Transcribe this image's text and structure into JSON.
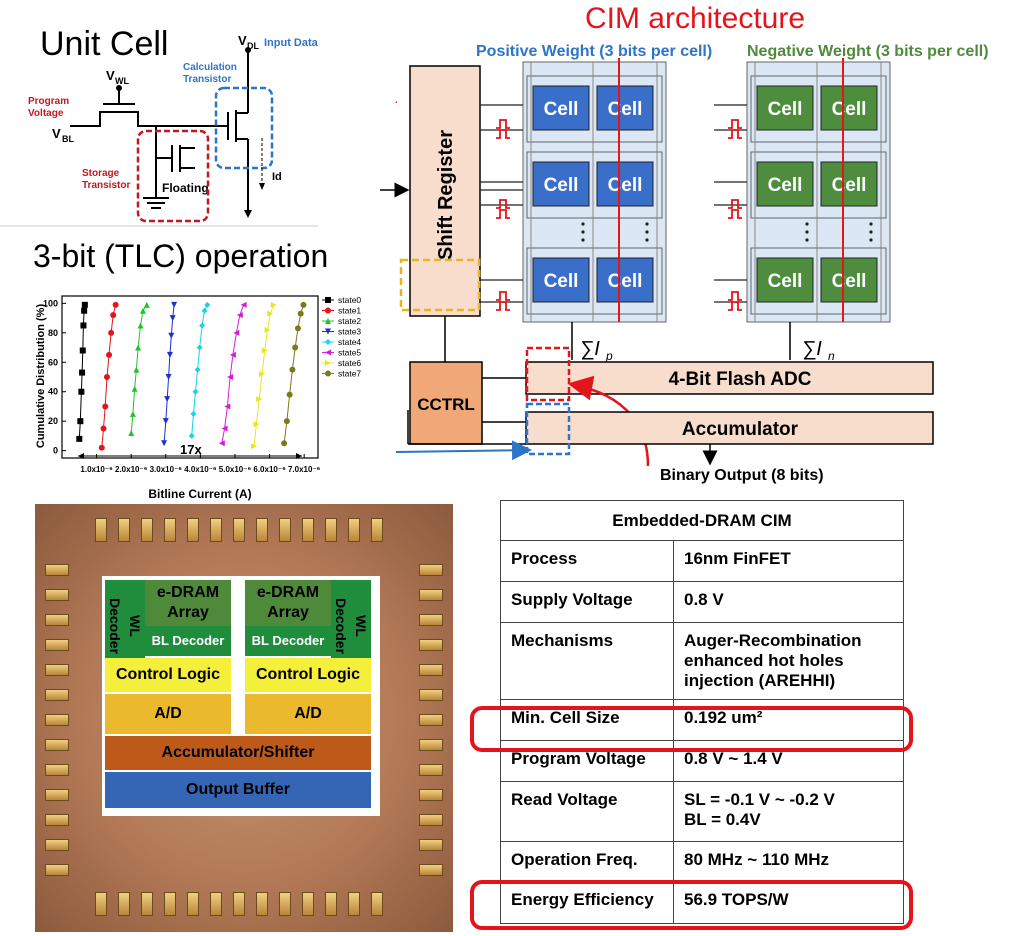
{
  "unit_cell": {
    "title": "Unit Cell",
    "vwl": "V",
    "vwl_sub": "WL",
    "vbl": "V",
    "vbl_sub": "BL",
    "vdl": "V",
    "vdl_sub": "DL",
    "input_data": "Input Data",
    "program_voltage": [
      "Program",
      "Voltage"
    ],
    "calc_transistor": [
      "Calculation",
      "Transistor"
    ],
    "storage_transistor": [
      "Storage",
      "Transistor"
    ],
    "floating": "Floating",
    "id": "Id"
  },
  "tlc_chart": {
    "title": "3-bit (TLC) operation",
    "annotation": "17x"
  },
  "chart_data": {
    "type": "scatter",
    "title": "",
    "xlabel": "Bitline Current (A)",
    "ylabel": "Cumulative Distribution (%)",
    "xlim": [
      0,
      7.4e-06
    ],
    "ylim": [
      -5,
      105
    ],
    "x_ticks": [
      1e-06,
      2e-06,
      3e-06,
      4e-06,
      5e-06,
      6e-06,
      7e-06
    ],
    "x_tick_labels": [
      "1.0x10⁻⁶",
      "2.0x10⁻⁶",
      "3.0x10⁻⁶",
      "4.0x10⁻⁶",
      "5.0x10⁻⁶",
      "6.0x10⁻⁶",
      "7.0x10⁻⁶"
    ],
    "y_ticks": [
      0,
      20,
      40,
      60,
      80,
      100
    ],
    "y_tick_labels": [
      "0",
      "20",
      "40",
      "60",
      "80",
      "100"
    ],
    "legend_position": "right",
    "series": [
      {
        "name": "state0",
        "color": "#000000",
        "marker": "square",
        "x": [
          5e-07,
          5.3e-07,
          5.6e-07,
          5.8e-07,
          6e-07,
          6.2e-07,
          6.4e-07,
          6.6e-07
        ],
        "y": [
          8,
          20,
          40,
          53,
          68,
          85,
          95,
          99
        ]
      },
      {
        "name": "state1",
        "color": "#e4141b",
        "marker": "circle",
        "x": [
          1.15e-06,
          1.2e-06,
          1.25e-06,
          1.3e-06,
          1.36e-06,
          1.42e-06,
          1.48e-06,
          1.55e-06
        ],
        "y": [
          2,
          15,
          30,
          50,
          65,
          80,
          92,
          99
        ]
      },
      {
        "name": "state2",
        "color": "#22c32e",
        "marker": "triangle-up",
        "x": [
          2e-06,
          2.05e-06,
          2.1e-06,
          2.15e-06,
          2.2e-06,
          2.27e-06,
          2.34e-06,
          2.45e-06
        ],
        "y": [
          12,
          25,
          42,
          55,
          70,
          85,
          95,
          99
        ]
      },
      {
        "name": "state3",
        "color": "#1f2fd6",
        "marker": "triangle-down",
        "x": [
          2.95e-06,
          3e-06,
          3.04e-06,
          3.08e-06,
          3.12e-06,
          3.16e-06,
          3.2e-06,
          3.24e-06
        ],
        "y": [
          5,
          20,
          35,
          50,
          65,
          78,
          90,
          99
        ]
      },
      {
        "name": "state4",
        "color": "#19d3e6",
        "marker": "diamond",
        "x": [
          3.75e-06,
          3.8e-06,
          3.86e-06,
          3.92e-06,
          3.98e-06,
          4.05e-06,
          4.12e-06,
          4.2e-06
        ],
        "y": [
          10,
          25,
          40,
          55,
          70,
          85,
          95,
          99
        ]
      },
      {
        "name": "state5",
        "color": "#d21ed8",
        "marker": "triangle-left",
        "x": [
          4.62e-06,
          4.7e-06,
          4.78e-06,
          4.86e-06,
          4.94e-06,
          5.04e-06,
          5.14e-06,
          5.25e-06
        ],
        "y": [
          5,
          15,
          30,
          50,
          65,
          80,
          92,
          99
        ]
      },
      {
        "name": "state6",
        "color": "#e6e81e",
        "marker": "triangle-right",
        "x": [
          5.55e-06,
          5.62e-06,
          5.7e-06,
          5.78e-06,
          5.86e-06,
          5.94e-06,
          6.02e-06,
          6.12e-06
        ],
        "y": [
          3,
          18,
          35,
          52,
          68,
          82,
          93,
          99
        ]
      },
      {
        "name": "state7",
        "color": "#7a7a1c",
        "marker": "circle",
        "x": [
          6.42e-06,
          6.5e-06,
          6.58e-06,
          6.66e-06,
          6.74e-06,
          6.82e-06,
          6.9e-06,
          6.98e-06
        ],
        "y": [
          5,
          20,
          38,
          55,
          70,
          83,
          93,
          99
        ]
      }
    ]
  },
  "cim": {
    "title": "CIM architecture",
    "positive_weight": "Positive Weight (3 bits per cell)",
    "negative_weight": "Negative Weight (3 bits per cell)",
    "shift_register": "Shift Register",
    "cell": "Cell",
    "cctrl": "CCTRL",
    "adc": "4-Bit Flash ADC",
    "accumulator": "Accumulator",
    "binary_output": "Binary Output (8 bits)",
    "sum_p": "∑I",
    "sum_p_sub": "p",
    "sum_n": "∑I",
    "sum_n_sub": "n",
    "colors": {
      "title": "#e4141b",
      "positive": "#2e74c8",
      "negative": "#4f8a3a",
      "cell_pos": "#3a6fc9",
      "cell_neg": "#4e8d3d",
      "peach": "#f8ddcc",
      "cctrl": "#f0a878"
    }
  },
  "die": {
    "edram_left": "e-DRAM\nArray",
    "edram_right": "e-DRAM\nArray",
    "wl_decoder_left": "WL\nDecoder",
    "wl_decoder_right": "WL\nDecoder",
    "bl_decoder_left": "BL Decoder",
    "bl_decoder_right": "BL Decoder",
    "control_logic_left": "Control Logic",
    "control_logic_right": "Control Logic",
    "ad_left": "A/D",
    "ad_right": "A/D",
    "accumulator_shifter": "Accumulator/Shifter",
    "output_buffer": "Output Buffer"
  },
  "spec": {
    "header": "Embedded-DRAM CIM",
    "rows": [
      {
        "key": "Process",
        "value": "16nm FinFET"
      },
      {
        "key": "Supply Voltage",
        "value": "0.8 V"
      },
      {
        "key": "Mechanisms",
        "value": "Auger-Recombination\nenhanced hot holes\ninjection (AREHHI)"
      },
      {
        "key": "Min. Cell Size",
        "value": "0.192 um²"
      },
      {
        "key": "Program Voltage",
        "value": "0.8 V ~ 1.4 V"
      },
      {
        "key": "Read Voltage",
        "value": "SL = -0.1 V ~ -0.2 V\nBL = 0.4V"
      },
      {
        "key": "Operation Freq.",
        "value": "80 MHz ~ 110 MHz"
      },
      {
        "key": "Energy Efficiency",
        "value": "56.9 TOPS/W"
      }
    ]
  }
}
